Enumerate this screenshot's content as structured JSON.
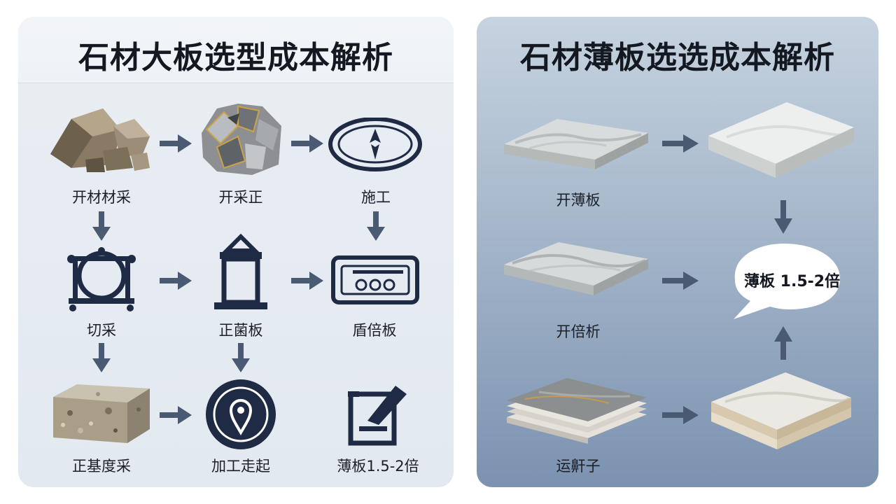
{
  "left_panel": {
    "title": "石材大板选型成本解析",
    "nodes": [
      {
        "label": "开材材采",
        "icon": "rough-stone-icon"
      },
      {
        "label": "开采正",
        "icon": "crushed-stone-icon"
      },
      {
        "label": "施工",
        "icon": "compass-oval-icon"
      },
      {
        "label": "切采",
        "icon": "cutting-machine-icon"
      },
      {
        "label": "正菌板",
        "icon": "lantern-icon"
      },
      {
        "label": "盾倍板",
        "icon": "control-panel-icon"
      },
      {
        "label": "正基度采",
        "icon": "granite-block-icon"
      },
      {
        "label": "加工走起",
        "icon": "location-pin-icon"
      },
      {
        "label": "薄板1.5-2倍",
        "icon": "edit-pen-icon"
      }
    ]
  },
  "right_panel": {
    "title": "石材薄板选选成本解析",
    "nodes": [
      {
        "label": "开薄板",
        "icon": "marble-slab-icon"
      },
      {
        "label": "开倍析",
        "icon": "marble-slab-icon"
      },
      {
        "label": "运鼾子",
        "icon": "stacked-slabs-icon"
      }
    ],
    "bubble": "薄板 1.5-2倍"
  },
  "colors": {
    "arrow": "#4a5a72",
    "icon_dark": "#1f2a44",
    "left_bg": "#e6ecf1",
    "right_bg_top": "#c6d3e0",
    "right_bg_bottom": "#7b92b0"
  }
}
